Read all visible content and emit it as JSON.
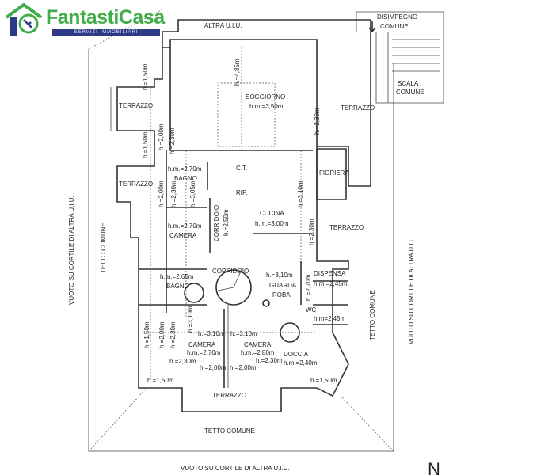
{
  "logo": {
    "name": "FantastiCasa",
    "tagline": "SERVIZI IMMOBILIARI",
    "brand_green": "#3fae49",
    "brand_blue": "#2e3a87"
  },
  "labels": {
    "altra_uiu": "ALTRA U.I.U.",
    "disimpegno": "DISIMPEGNO",
    "disimpegno_comune": "COMUNE",
    "scala": "SCALA",
    "scala_comune": "COMUNE",
    "soggiorno": "SOGGIORNO",
    "soggiorno_h": "h.m.=3,50m",
    "soggiorno_h2": "h.=4,85m",
    "terrazzo_1": "TERRAZZO",
    "terrazzo_2": "TERRAZZO",
    "terrazzo_3": "TERRAZZO",
    "terrazzo_4": "TERRAZZO",
    "terrazzo_5": "TERRAZZO",
    "h_230_top": "h.=2,30m",
    "h_150_a": "h.=1,50m",
    "h_150_b": "h.=1,50m",
    "h_200_a": "h.=2,00m",
    "h_230_a": "h.=2,30m",
    "bagno1_h": "h.m.=2,70m",
    "bagno1": "BAGNO",
    "h_200_b": "h.=2,00m",
    "h_230_b": "h.=2,30m",
    "h_305_a": "h.=3,05m",
    "ct": "C.T.",
    "rip": "RIP.",
    "fioriera": "FIORIERA",
    "cucina": "CUCINA",
    "cucina_h": "h.m.=3,00m",
    "h_310_cucina": "h.=3,10m",
    "corridoio_v": "CORRIDOIO",
    "corridoio_v_h": "h.=2,50m",
    "camera1_h": "h.m.=2,70m",
    "camera1": "CAMERA",
    "h_230_right": "h.=2,30m",
    "corridoio": "CORRIDOIO",
    "guarda_h": "h.=3,10m",
    "guarda": "GUARDA",
    "roba": "ROBA",
    "dispensa": "DISPENSA",
    "dispensa_h": "h.m.=2,45m",
    "h_270_right": "h.=2,70m",
    "bagno2_h": "h.m.=2,65m",
    "bagno2": "BAGNO",
    "wc": "WC",
    "wc_h": "h.m=2,45m",
    "h_310_a": "h.=3,10m",
    "h_310_b": "h.=3,10m",
    "h_310_c": "h.=3,10m",
    "camera2": "CAMERA",
    "camera2_h": "h.m.=2,70m",
    "camera3": "CAMERA",
    "camera3_h": "h.m.=2,80m",
    "doccia": "DOCCIA",
    "doccia_h": "h.m.=2,40m",
    "h_230_c": "h.=2,30m",
    "h_230_d": "h.=2,30m",
    "h_200_c": "h.=2,00m",
    "h_200_d": "h.=2,00m",
    "h_150_c": "h.=1,50m",
    "h_150_d": "h.=1,50m",
    "h_150_e": "h.=1,50m",
    "h_200_e": "h.=2,00m",
    "h_230_e": "h.=2,30m",
    "tetto_bottom": "TETTO COMUNE",
    "vuoto_bottom": "VUOTO SU CORTILE DI ALTRA U.I.U.",
    "tetto_left": "TETTO COMUNE",
    "vuoto_left": "VUOTO SU CORTILE DI ALTRA U.I.U.",
    "tetto_right": "TETTO COMUNE",
    "vuoto_right": "VUOTO SU CORTILE DI ALTRA U.I.U.",
    "north": "N"
  }
}
